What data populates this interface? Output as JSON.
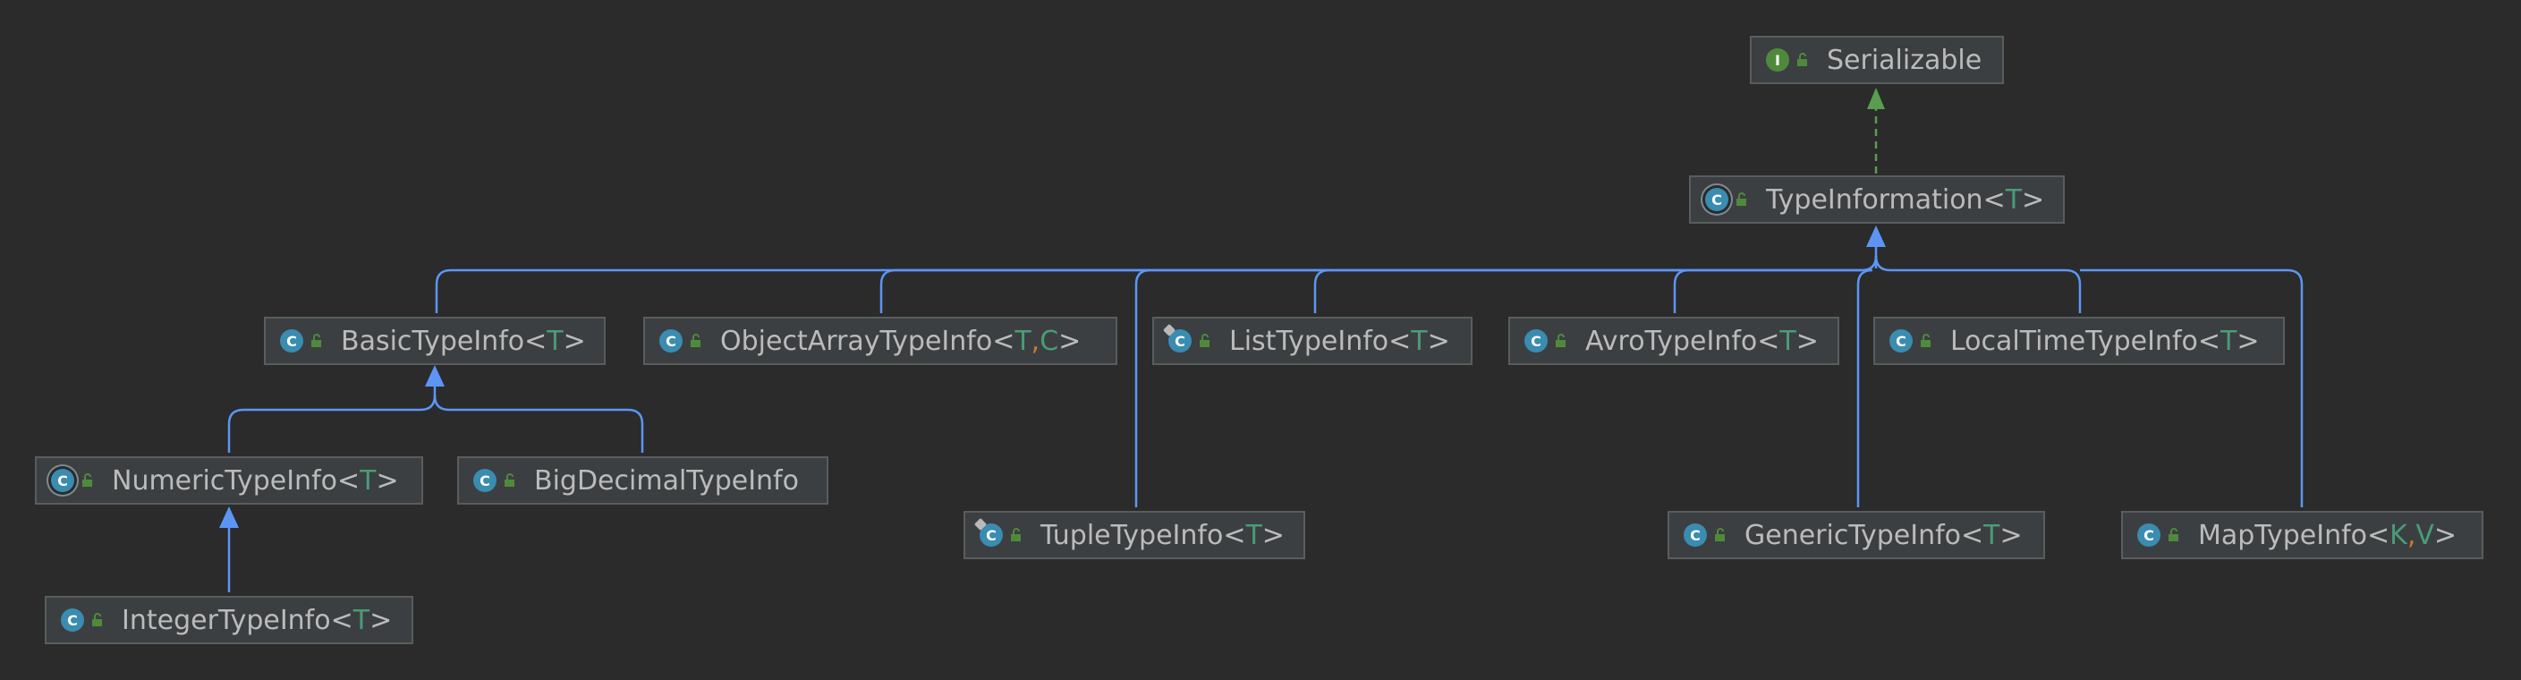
{
  "colors": {
    "background": "#2b2b2b",
    "node_fill": "#3c3f41",
    "node_border": "#5a5d5e",
    "text": "#bbbbbb",
    "type_param": "#499c77",
    "separator": "#cc7832",
    "extends_edge": "#5c95f5",
    "implements_edge": "#5a9d4f",
    "class_icon": "#3a8cb0",
    "interface_icon": "#4f8a3c"
  },
  "nodes": {
    "serializable": {
      "name": "Serializable",
      "params": [],
      "icon": "interface-icon",
      "icon_glyph": "I"
    },
    "type_information": {
      "name": "TypeInformation",
      "params": [
        "T"
      ],
      "icon": "abstract-class-icon",
      "icon_glyph": "C"
    },
    "basic_type_info": {
      "name": "BasicTypeInfo",
      "params": [
        "T"
      ],
      "icon": "class-icon",
      "icon_glyph": "C"
    },
    "object_array_type_info": {
      "name": "ObjectArrayTypeInfo",
      "params": [
        "T",
        "C"
      ],
      "icon": "class-icon",
      "icon_glyph": "C"
    },
    "list_type_info": {
      "name": "ListTypeInfo",
      "params": [
        "T"
      ],
      "icon": "class-icon",
      "icon_glyph": "C"
    },
    "avro_type_info": {
      "name": "AvroTypeInfo",
      "params": [
        "T"
      ],
      "icon": "class-icon",
      "icon_glyph": "C"
    },
    "local_time_type_info": {
      "name": "LocalTimeTypeInfo",
      "params": [
        "T"
      ],
      "icon": "class-icon",
      "icon_glyph": "C"
    },
    "numeric_type_info": {
      "name": "NumericTypeInfo",
      "params": [
        "T"
      ],
      "icon": "abstract-class-icon",
      "icon_glyph": "C"
    },
    "big_decimal_type_info": {
      "name": "BigDecimalTypeInfo",
      "params": [],
      "icon": "class-icon",
      "icon_glyph": "C"
    },
    "integer_type_info": {
      "name": "IntegerTypeInfo",
      "params": [
        "T"
      ],
      "icon": "class-icon",
      "icon_glyph": "C"
    },
    "tuple_type_info": {
      "name": "TupleTypeInfo",
      "params": [
        "T"
      ],
      "icon": "class-icon",
      "icon_glyph": "C"
    },
    "generic_type_info": {
      "name": "GenericTypeInfo",
      "params": [
        "T"
      ],
      "icon": "class-icon",
      "icon_glyph": "C"
    },
    "map_type_info": {
      "name": "MapTypeInfo",
      "params": [
        "K",
        "V"
      ],
      "icon": "class-icon",
      "icon_glyph": "C"
    }
  },
  "edges": [
    {
      "from": "type_information",
      "to": "serializable",
      "kind": "implements"
    },
    {
      "from": "basic_type_info",
      "to": "type_information",
      "kind": "extends"
    },
    {
      "from": "object_array_type_info",
      "to": "type_information",
      "kind": "extends"
    },
    {
      "from": "list_type_info",
      "to": "type_information",
      "kind": "extends"
    },
    {
      "from": "avro_type_info",
      "to": "type_information",
      "kind": "extends"
    },
    {
      "from": "local_time_type_info",
      "to": "type_information",
      "kind": "extends"
    },
    {
      "from": "tuple_type_info",
      "to": "type_information",
      "kind": "extends"
    },
    {
      "from": "generic_type_info",
      "to": "type_information",
      "kind": "extends"
    },
    {
      "from": "map_type_info",
      "to": "type_information",
      "kind": "extends"
    },
    {
      "from": "numeric_type_info",
      "to": "basic_type_info",
      "kind": "extends"
    },
    {
      "from": "big_decimal_type_info",
      "to": "basic_type_info",
      "kind": "extends"
    },
    {
      "from": "integer_type_info",
      "to": "numeric_type_info",
      "kind": "extends"
    }
  ]
}
